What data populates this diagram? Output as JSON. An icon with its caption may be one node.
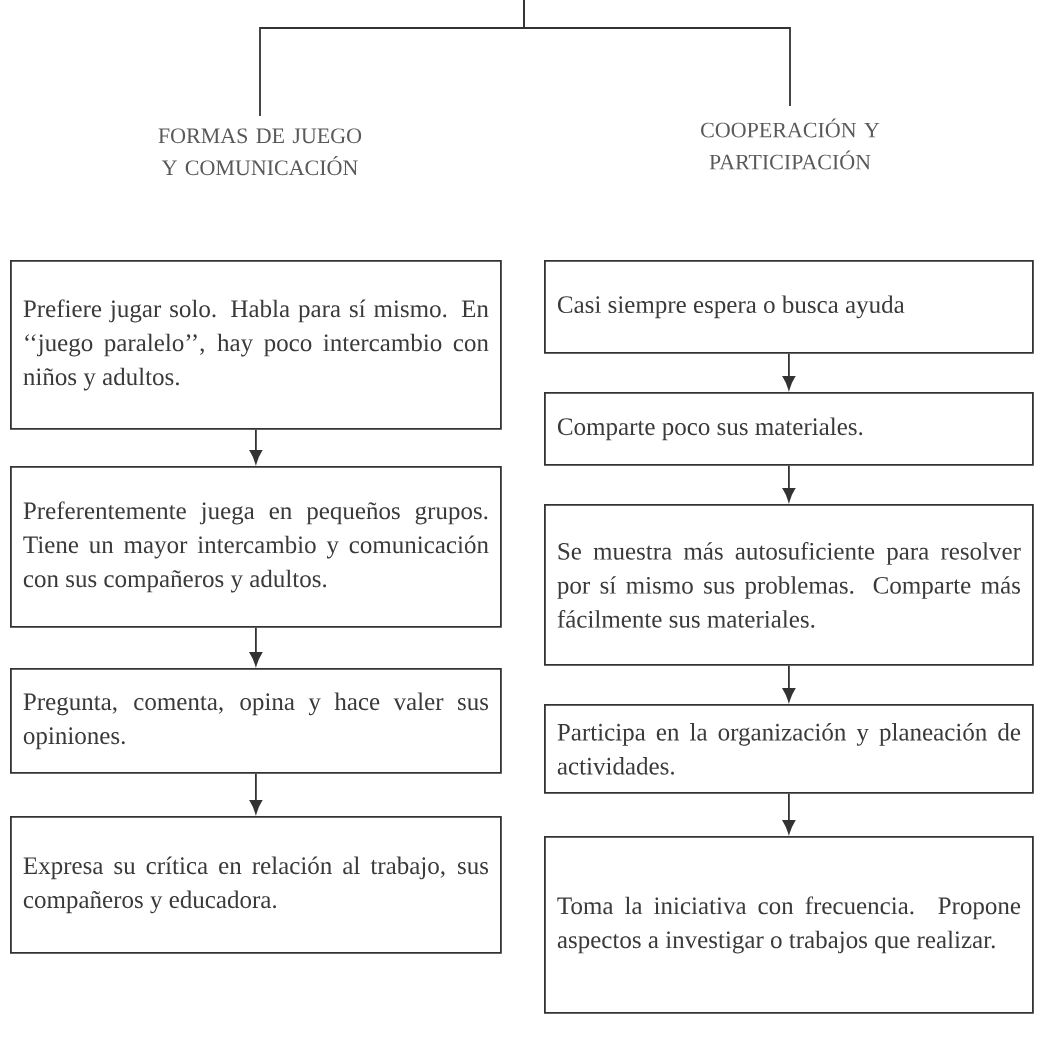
{
  "diagram": {
    "nodes": [
      {
        "text": [
          "FORMAS DE JUEGO Y COMUNICACIÓN"
        ]
      },
      {
        "text": [
          "COOPERACIÓN Y PARTICIPACIÓN"
        ]
      },
      {
        "text": [
          "Prefiere jugar solo. Habla para sí mismo. En ‘‘juego paralelo’’, hay poco intercambio con niños y adultos."
        ]
      },
      {
        "text": [
          "Preferentemente juega en pequeños grupos. Tiene un mayor intercambio y comunicación con sus compañeros y adultos."
        ]
      },
      {
        "text": [
          "Pregunta, comenta, opina y hace valer sus opiniones."
        ]
      },
      {
        "text": [
          "Expresa su crítica en relación al trabajo, sus compañeros y educadora."
        ]
      },
      {
        "text": [
          "Casi siempre espera o busca ayuda"
        ]
      },
      {
        "text": [
          "Comparte poco sus materiales."
        ]
      },
      {
        "text": [
          "Se muestra más autosuficiente para resolver por sí mismo sus problemas. Comparte más fácilmente sus materiales."
        ]
      },
      {
        "text": [
          "Participa en la organización y planeación de actividades."
        ]
      },
      {
        "text": [
          "Toma la iniciativa con frecuencia. Propone aspectos a investigar o trabajos que realizar."
        ]
      }
    ],
    "edges": [
      {
        "from": null,
        "to": 0,
        "arrow": "none"
      },
      {
        "from": null,
        "to": 1,
        "arrow": "none"
      },
      {
        "from": 2,
        "to": 3,
        "arrow": "to"
      },
      {
        "from": 3,
        "to": 4,
        "arrow": "to"
      },
      {
        "from": 4,
        "to": 5,
        "arrow": "to"
      },
      {
        "from": 6,
        "to": 7,
        "arrow": "to"
      },
      {
        "from": 7,
        "to": 8,
        "arrow": "to"
      },
      {
        "from": 8,
        "to": 9,
        "arrow": "to"
      },
      {
        "from": 9,
        "to": 10,
        "arrow": "to"
      }
    ]
  }
}
